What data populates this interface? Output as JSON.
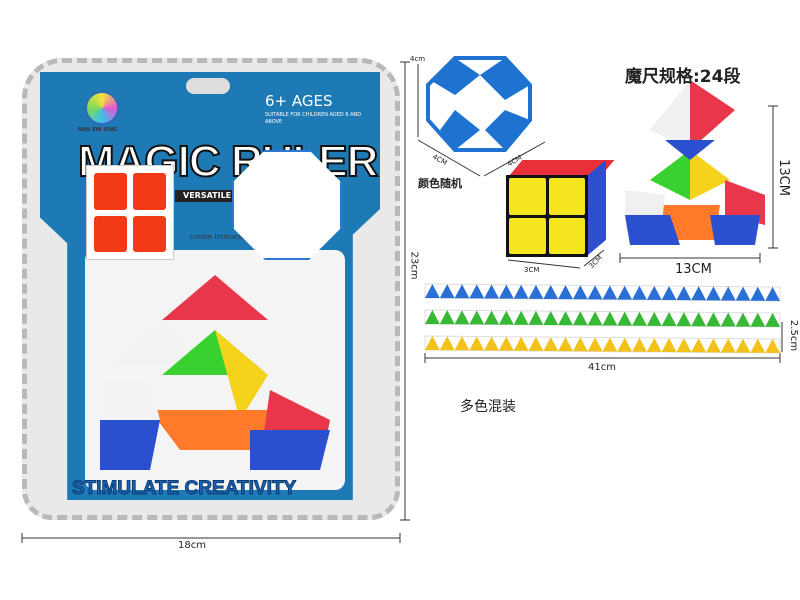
{
  "package": {
    "brand": "NAN ZHI XING",
    "ages": "6+ AGES",
    "ages_sub": "SUITABLE FOR CHILDREN AGED 6 AND ABOVE",
    "title": "MAGIC RULER",
    "versatile": "VERSATILE",
    "features": "create  interaction",
    "slogan": "STIMULATE CREATIVITY"
  },
  "dimensions": {
    "package_width": "18cm",
    "package_height": "23cm",
    "ball_height": "4cm",
    "ball_w1": "4CM",
    "ball_w2": "4CM",
    "cube_w1": "3CM",
    "cube_w2": "3CM",
    "shape_height": "13CM",
    "shape_width": "13CM",
    "strip_length": "41cm",
    "strip_height": "2.5cm"
  },
  "labels": {
    "spec": "魔尺规格:24段",
    "color_random": "颜色随机",
    "mixed": "多色混装"
  },
  "strip_colors": [
    "#2a6fd6",
    "#37b935",
    "#f2c21b"
  ]
}
